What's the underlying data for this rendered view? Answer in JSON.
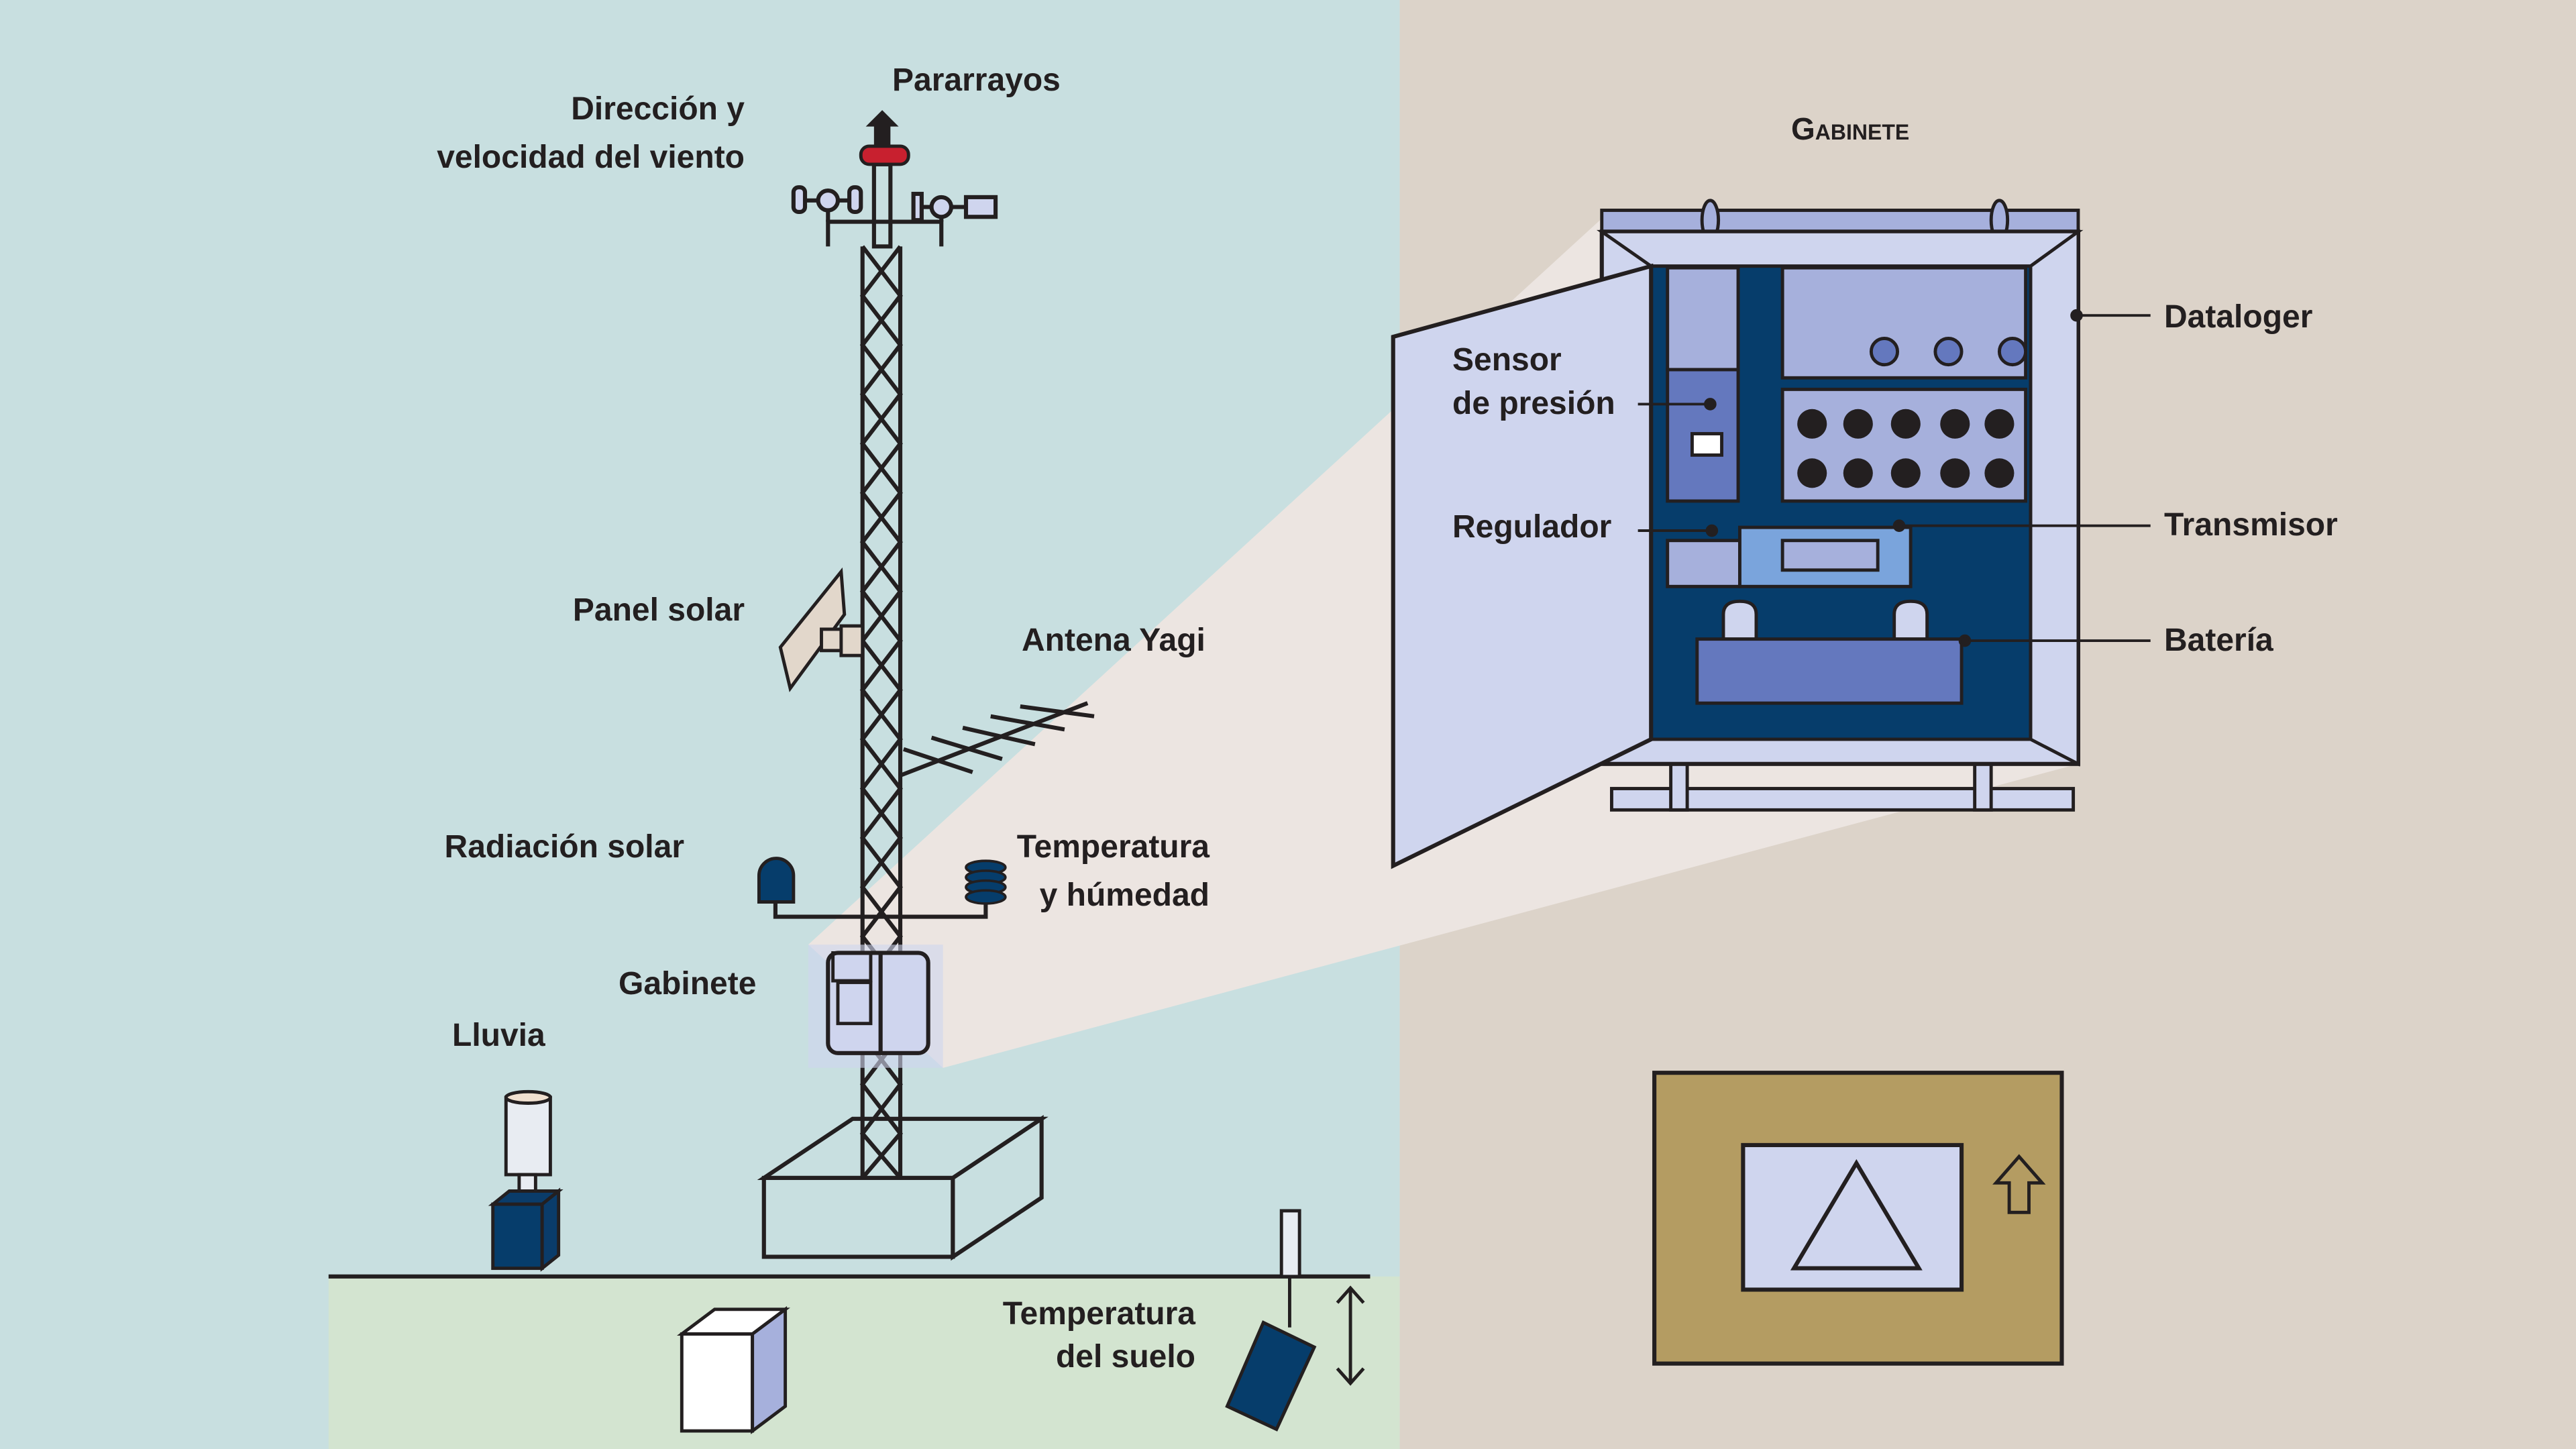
{
  "colors": {
    "sky": "#c8dfe0",
    "right_panel": "#dcd3c9",
    "ground": "#d3e4d0",
    "zoom_beam": "#ece5e1",
    "navy": "#063d6b",
    "periwinkle": "#6478be",
    "lavender": "#cfd5ee",
    "light_periwinkle": "#a6b0dc",
    "sign_gold": "#b49c62",
    "outline": "#231f20",
    "red": "#c8202f"
  },
  "labels": {
    "pararrayos": "Pararrayos",
    "direccion_line1": "Dirección y",
    "direccion_line2": "velocidad del viento",
    "panel_solar": "Panel solar",
    "antena_yagi": "Antena Yagi",
    "radiacion_solar": "Radiación solar",
    "temperatura_line1": "Temperatura",
    "temperatura_line2": "y húmedad",
    "gabinete": "Gabinete",
    "lluvia": "Lluvia",
    "temp_suelo_line1": "Temperatura",
    "temp_suelo_line2": "del suelo"
  },
  "cabinet": {
    "title": "Gabinete",
    "sensor_line1": "Sensor",
    "sensor_line2": "de presión",
    "regulador": "Regulador",
    "dataloger": "Dataloger",
    "transmisor": "Transmisor",
    "bateria": "Batería"
  },
  "icons": {
    "lightning_rod": "arrow-up-icon",
    "warning_sign": "triangle-warning-icon",
    "sign_arrow": "hollow-arrow-up-icon"
  }
}
